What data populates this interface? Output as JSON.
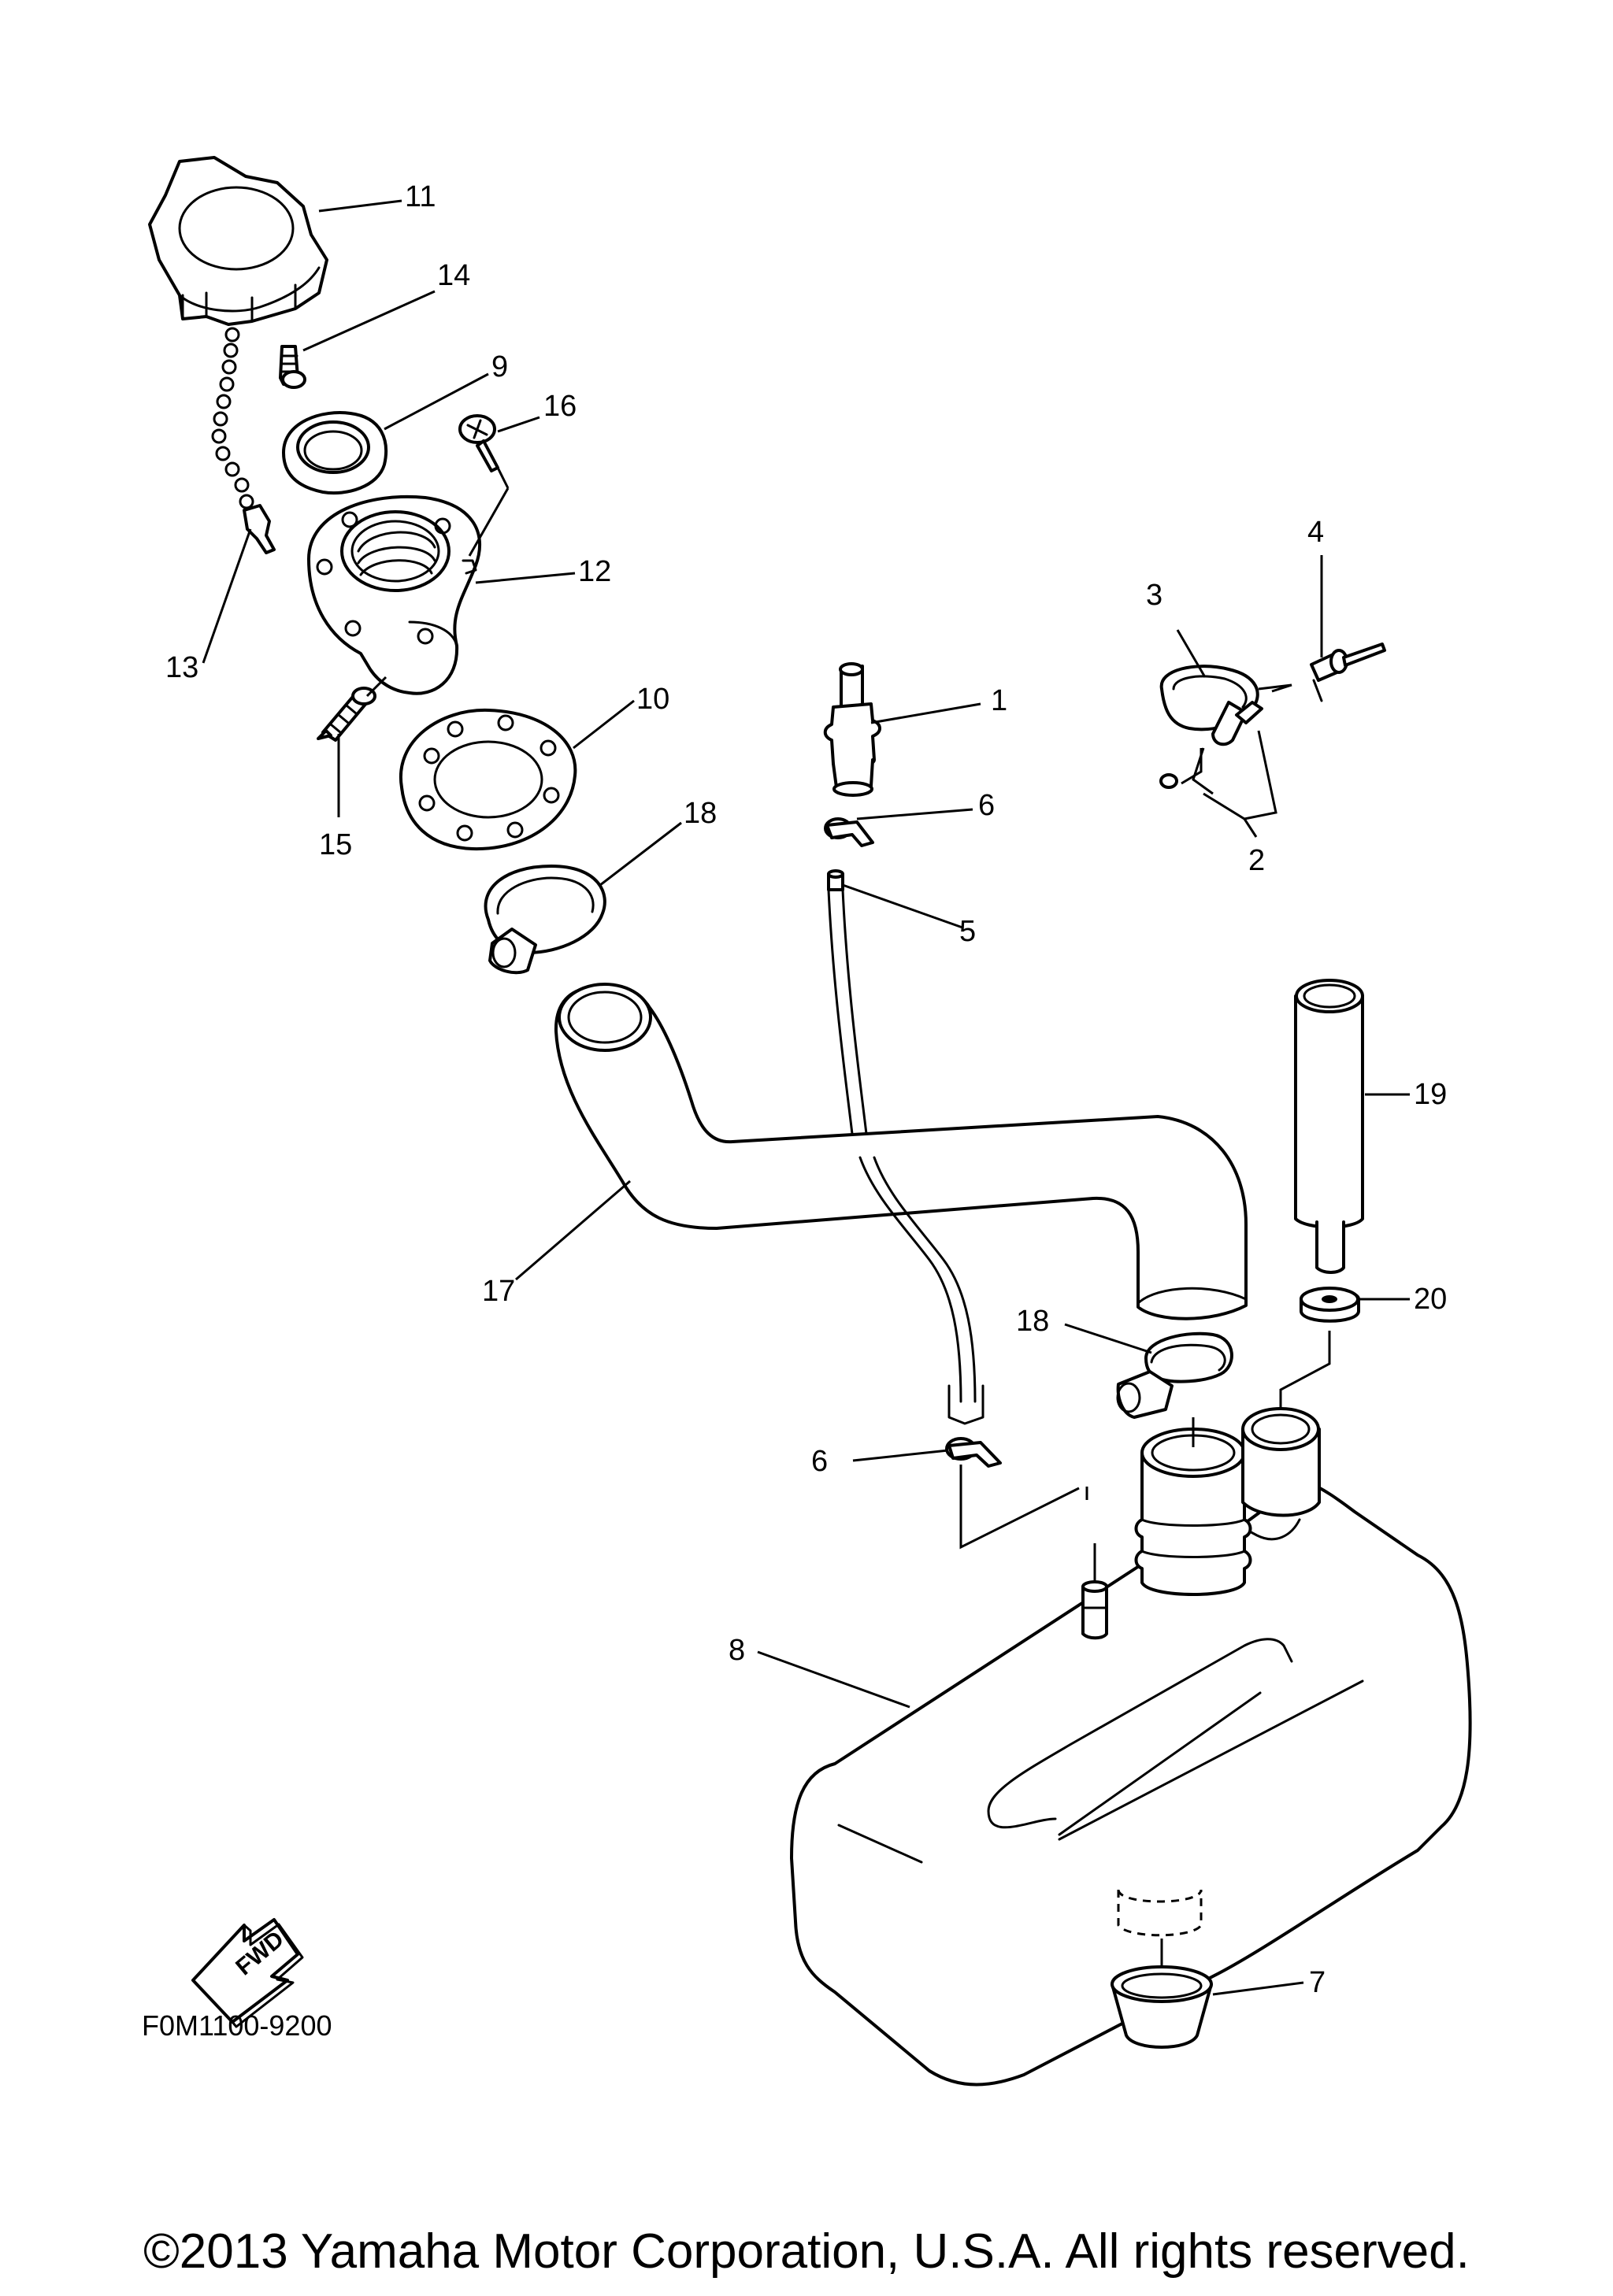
{
  "diagram": {
    "callouts": [
      "11",
      "14",
      "9",
      "16",
      "12",
      "13",
      "10",
      "15",
      "18",
      "1",
      "6",
      "5",
      "3",
      "4",
      "2",
      "19",
      "17",
      "20",
      "18",
      "6",
      "8",
      "7"
    ],
    "direction_label": "FWD",
    "figure_code": "F0M1100-9200",
    "copyright": "©2013 Yamaha Motor Corporation, U.S.A. All rights reserved."
  }
}
